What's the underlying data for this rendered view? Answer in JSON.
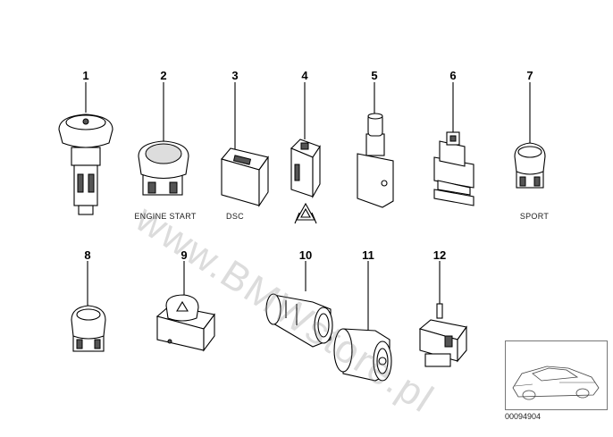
{
  "parts": [
    {
      "number": "1"
    },
    {
      "number": "2",
      "caption": "ENGINE START"
    },
    {
      "number": "3",
      "caption": "DSC"
    },
    {
      "number": "4"
    },
    {
      "number": "5"
    },
    {
      "number": "6"
    },
    {
      "number": "7",
      "caption": "SPORT"
    },
    {
      "number": "8"
    },
    {
      "number": "9"
    },
    {
      "number": "10"
    },
    {
      "number": "11"
    },
    {
      "number": "12"
    }
  ],
  "watermark": "www.BMWstore.pl",
  "catalog_number": "00094904",
  "colors": {
    "line": "#000000",
    "watermark": "#828282"
  }
}
